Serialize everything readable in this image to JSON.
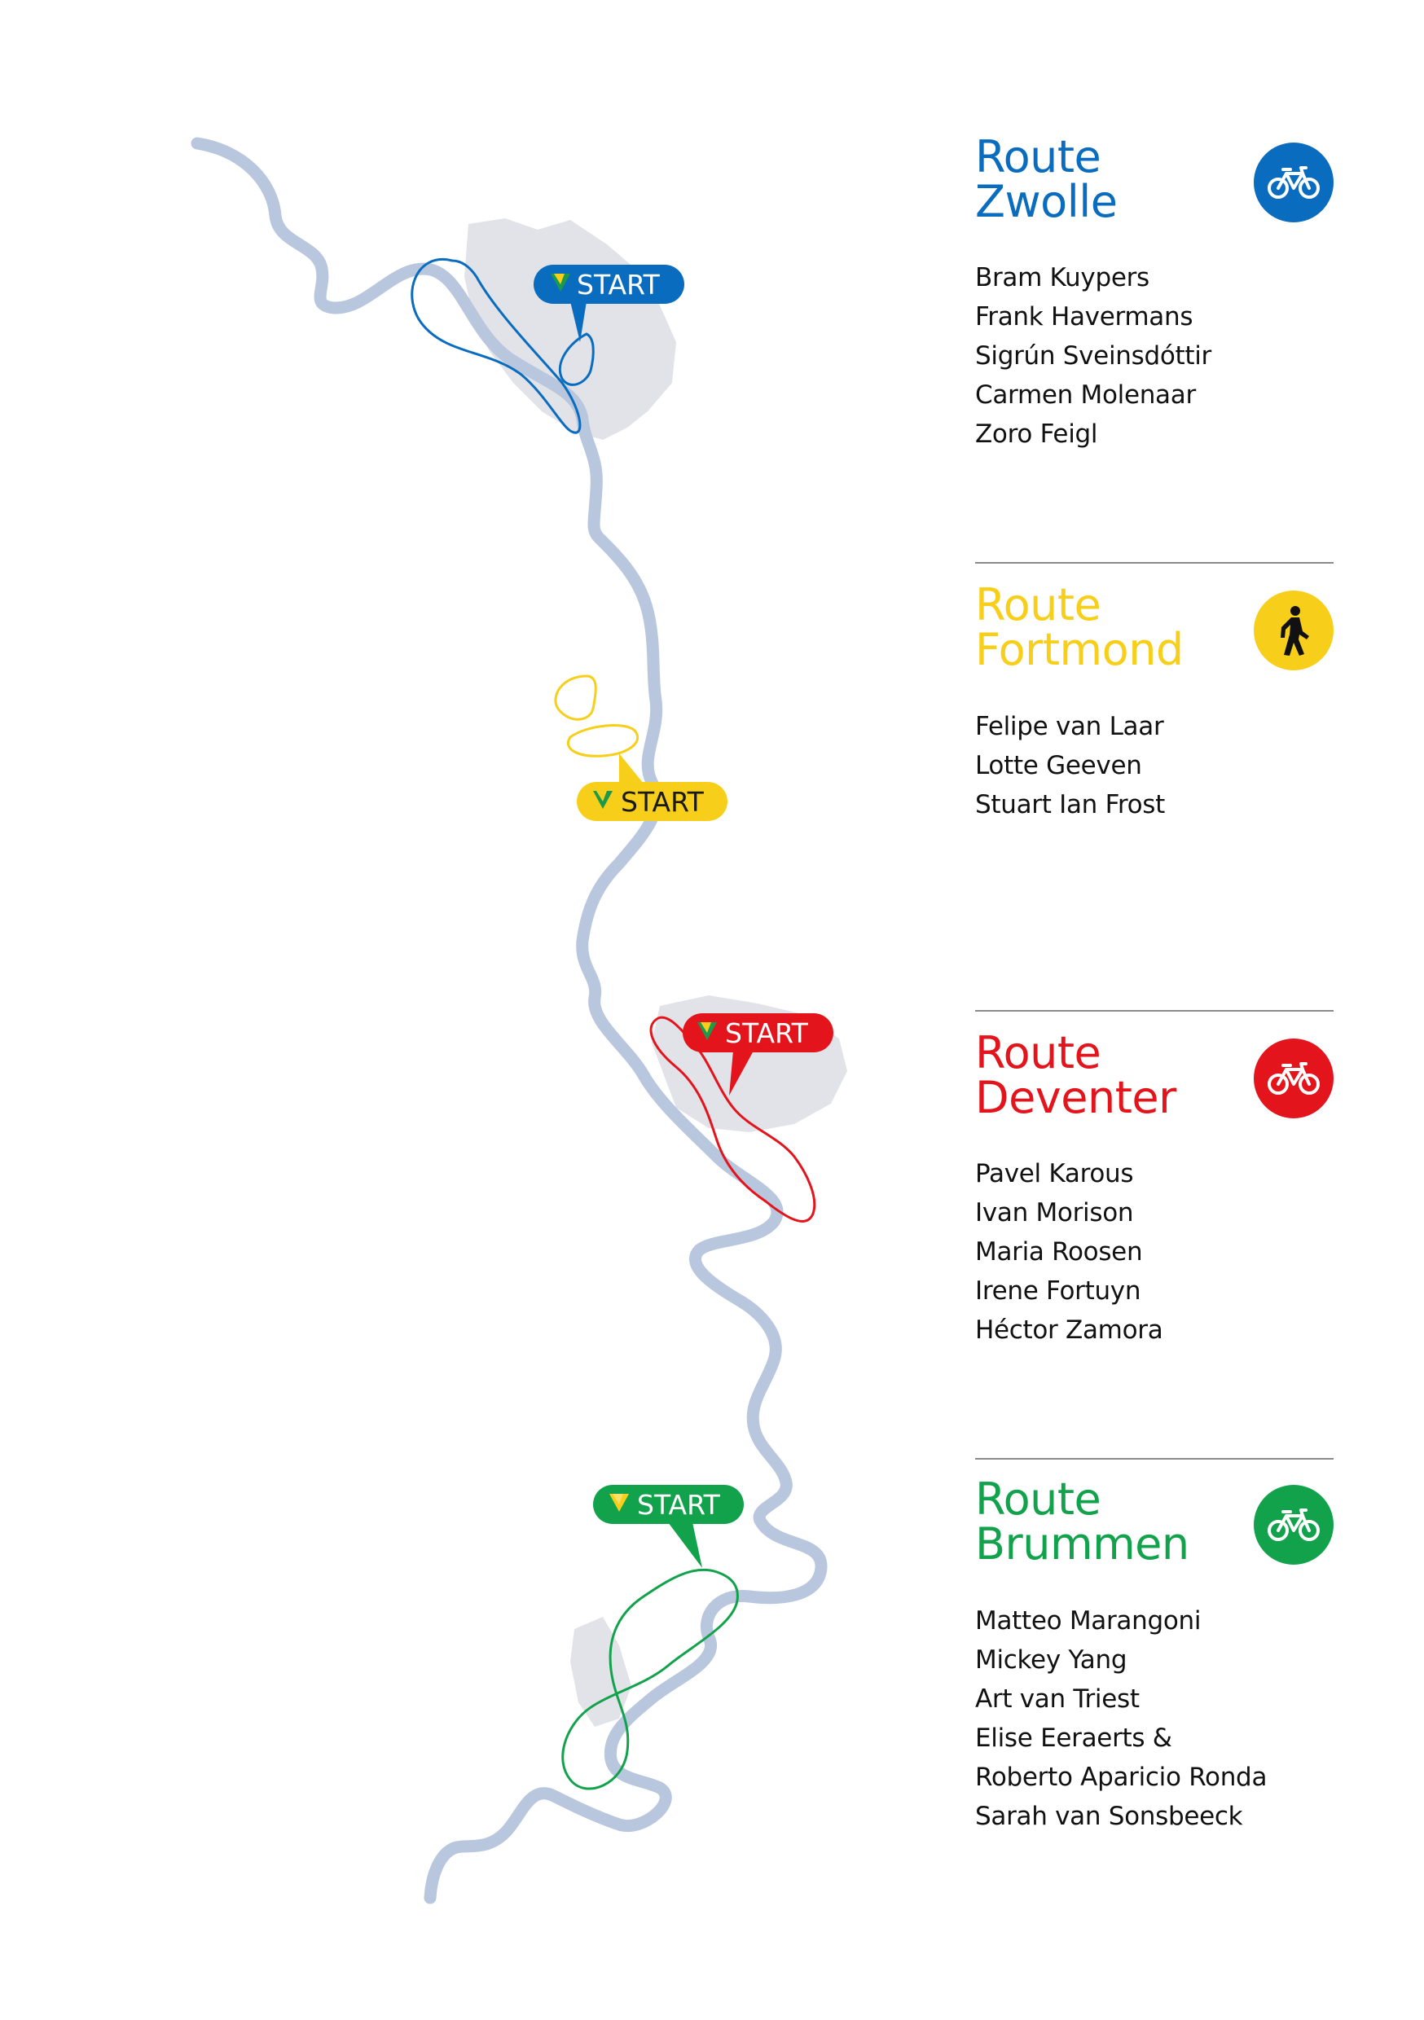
{
  "colors": {
    "river": "#b9c7de",
    "city": "#e2e3e8",
    "blue": "#0a6cbf",
    "yellow": "#f7cf1a",
    "red": "#e3141b",
    "green": "#12a24b",
    "flag_green": "#1a9a4a",
    "flag_yellow": "#f7cf1a"
  },
  "start_label": "START",
  "routes": [
    {
      "id": "zwolle",
      "title_line1": "Route",
      "title_line2": "Zwolle",
      "mode_icon": "bicycle-icon",
      "names": [
        "Bram Kuypers",
        "Frank Havermans",
        "Sigrún Sveinsdóttir",
        "Carmen Molenaar",
        "Zoro Feigl"
      ]
    },
    {
      "id": "fortmond",
      "title_line1": "Route",
      "title_line2": "Fortmond",
      "mode_icon": "pedestrian-icon",
      "names": [
        "Felipe van Laar",
        "Lotte Geeven",
        "Stuart Ian Frost"
      ]
    },
    {
      "id": "deventer",
      "title_line1": "Route",
      "title_line2": "Deventer",
      "mode_icon": "bicycle-icon",
      "names": [
        "Pavel Karous",
        "Ivan Morison",
        "Maria Roosen",
        "Irene Fortuyn",
        "Héctor Zamora"
      ]
    },
    {
      "id": "brummen",
      "title_line1": "Route",
      "title_line2": "Brummen",
      "mode_icon": "bicycle-icon",
      "names": [
        "Matteo Marangoni",
        "Mickey Yang",
        "Art van Triest",
        "Elise Eeraerts &",
        "Roberto Aparicio Ronda",
        "Sarah van Sonsbeeck"
      ]
    }
  ]
}
